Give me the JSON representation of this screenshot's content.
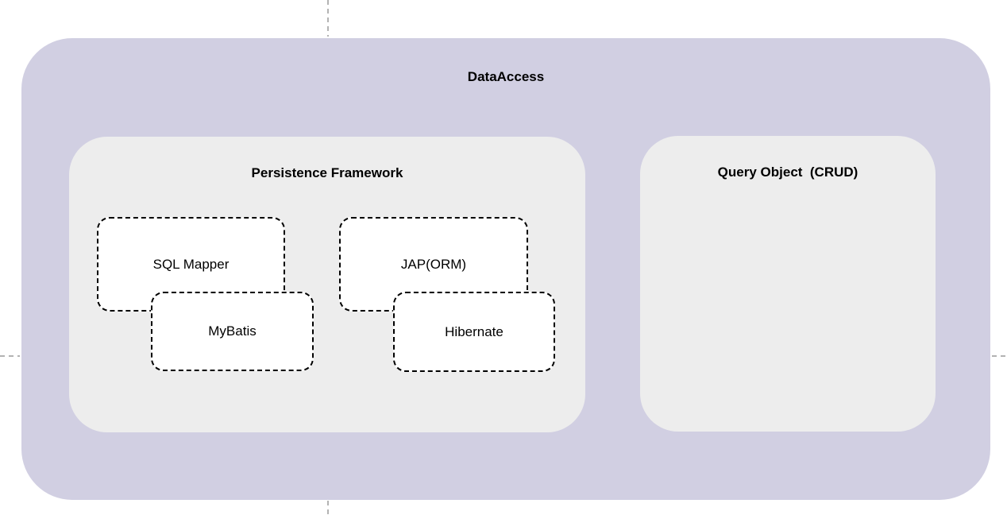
{
  "diagram": {
    "title": "DataAccess",
    "groups": [
      {
        "title": "Persistence Framework",
        "nodes": [
          {
            "label": "SQL Mapper"
          },
          {
            "label": "MyBatis"
          },
          {
            "label": "JAP(ORM)"
          },
          {
            "label": "Hibernate"
          }
        ]
      },
      {
        "title": "Query Object  (CRUD)",
        "nodes": []
      }
    ]
  },
  "colors": {
    "container_fill": "#d1cfe2",
    "group_fill": "#ededed",
    "node_fill": "#ffffff",
    "node_border": "#000000",
    "guide": "#b3b3b3",
    "text": "#000000"
  }
}
